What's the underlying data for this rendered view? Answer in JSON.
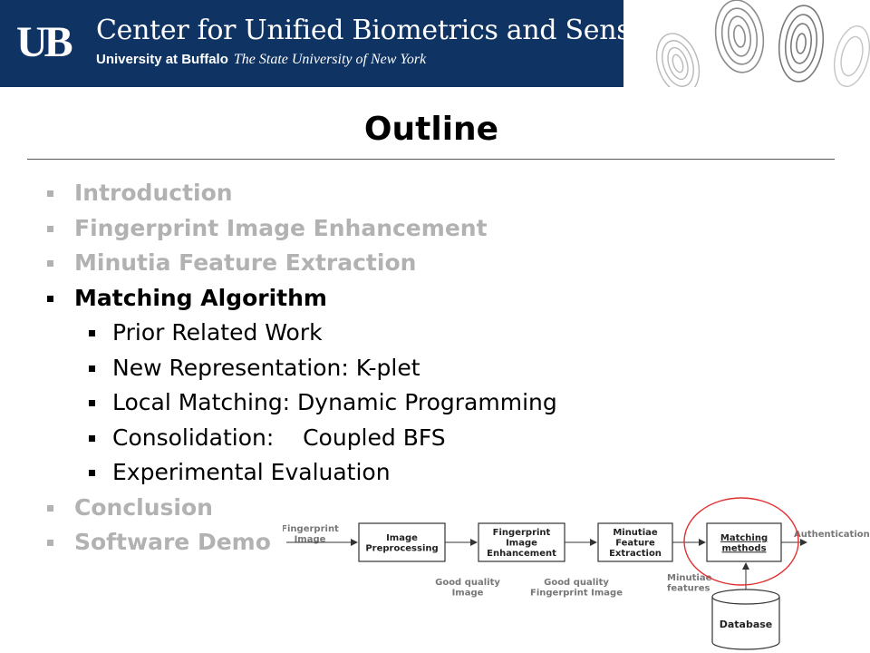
{
  "header": {
    "logo_text": "UB",
    "center_name": "Center for Unified Biometrics and Sensors",
    "university": "University at Buffalo",
    "state_university": "The State University of New York"
  },
  "slide": {
    "title": "Outline",
    "items": [
      {
        "text": "Introduction",
        "level": 1,
        "state": "dim"
      },
      {
        "text": "Fingerprint Image Enhancement",
        "level": 1,
        "state": "dim"
      },
      {
        "text": "Minutia Feature Extraction",
        "level": 1,
        "state": "dim"
      },
      {
        "text": "Matching Algorithm",
        "level": 1,
        "state": "active"
      },
      {
        "text": "Prior Related Work",
        "level": 2,
        "state": "normal"
      },
      {
        "text": "New Representation: K-plet",
        "level": 2,
        "state": "normal"
      },
      {
        "text": "Local Matching: Dynamic Programming",
        "level": 2,
        "state": "normal"
      },
      {
        "text": "Consolidation:    Coupled BFS",
        "level": 2,
        "state": "normal"
      },
      {
        "text": "Experimental Evaluation",
        "level": 2,
        "state": "normal"
      },
      {
        "text": "Conclusion",
        "level": 1,
        "state": "dim"
      },
      {
        "text": "Software Demo",
        "level": 1,
        "state": "dim"
      }
    ]
  },
  "diagram": {
    "input_label": [
      "Fingerprint",
      "Image"
    ],
    "boxes": [
      [
        "Image",
        "Preprocessing"
      ],
      [
        "Fingerprint",
        "Image",
        "Enhancement"
      ],
      [
        "Minutiae",
        "Feature",
        "Extraction"
      ],
      [
        "Matching",
        "methods"
      ]
    ],
    "below_labels": [
      [
        "Good quality",
        "Image"
      ],
      [
        "Good quality",
        "Fingerprint Image"
      ],
      [
        "Minutiae",
        "features"
      ]
    ],
    "output_label": "Authentication",
    "database_label": "Database",
    "highlight_color": "#e03030"
  },
  "colors": {
    "banner": "#0f3463",
    "dim_text": "#b2b2b2",
    "active_text": "#000000"
  }
}
